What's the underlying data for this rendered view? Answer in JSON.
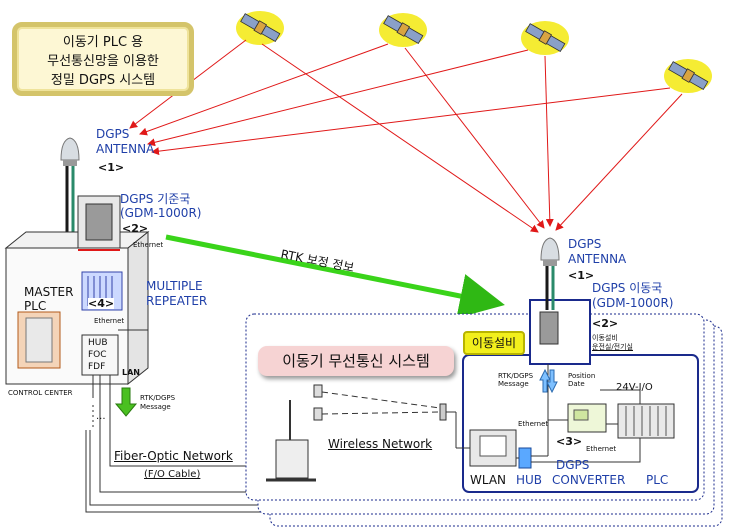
{
  "title": {
    "lines": [
      "이동기 PLC 용",
      "무선통신망을 이용한",
      "정밀 DGPS 시스템"
    ]
  },
  "labels": {
    "dgps_antenna_left": [
      "DGPS",
      "ANTENNA"
    ],
    "tag_1_left": "<1>",
    "base_station": [
      "DGPS 기준국",
      "(GDM-1000R)"
    ],
    "tag_2_left": "<2>",
    "ethernet_top": "Ethernet",
    "master_plc": [
      "MASTER",
      "PLC"
    ],
    "tag_4": "<4>",
    "multiple_repeater": [
      "MULTIPLE",
      "REPEATER"
    ],
    "ethernet_mid": "Ethernet",
    "hub_stack": [
      "HUB",
      "FOC",
      "FDF"
    ],
    "lan": "LAN",
    "control_center": "CONTROL CENTER",
    "rtk_dgps_msg_left": [
      "RTK/DGPS",
      "Message"
    ],
    "dots": "...",
    "fiber_optic_network": "Fiber-Optic Network",
    "fo_cable": "(F/O Cable)",
    "wireless_network": "Wireless Network",
    "rtk_correction": "RTK 보정 정보",
    "dgps_antenna_right": [
      "DGPS",
      "ANTENNA"
    ],
    "tag_1_right": "<1>",
    "mobile_station": [
      "DGPS 이동국",
      "(GDM-1000R)"
    ],
    "tag_2_right": "<2>",
    "mobile_equipment": "이동설비",
    "operator_room": [
      "이동설비",
      "운전실/전기실"
    ],
    "mobile_wireless_system": "이동기 무선통신 시스템",
    "rtk_dgps_msg_right": [
      "RTK/DGPS",
      "Message"
    ],
    "position_date": [
      "Position",
      "Date"
    ],
    "voltage": "24V-I/O",
    "ethernet_left": "Ethernet",
    "ethernet_right": "Ethernet",
    "tag_3": "<3>",
    "wlan": "WLAN",
    "hub": "HUB",
    "dgps_converter": [
      "DGPS",
      "CONVERTER"
    ],
    "plc": "PLC"
  },
  "colors": {
    "blue_text": "#1f3fa8",
    "signal_lines": "#e01818",
    "rtk_arrow": "#3ad41a",
    "box_border": "#1a2a8c",
    "pink": "#f6d3d3",
    "yellow": "#f2ef1c"
  },
  "icons": [
    "satellite-icon",
    "antenna-icon",
    "down-arrow-icon",
    "up-down-arrows-icon"
  ]
}
